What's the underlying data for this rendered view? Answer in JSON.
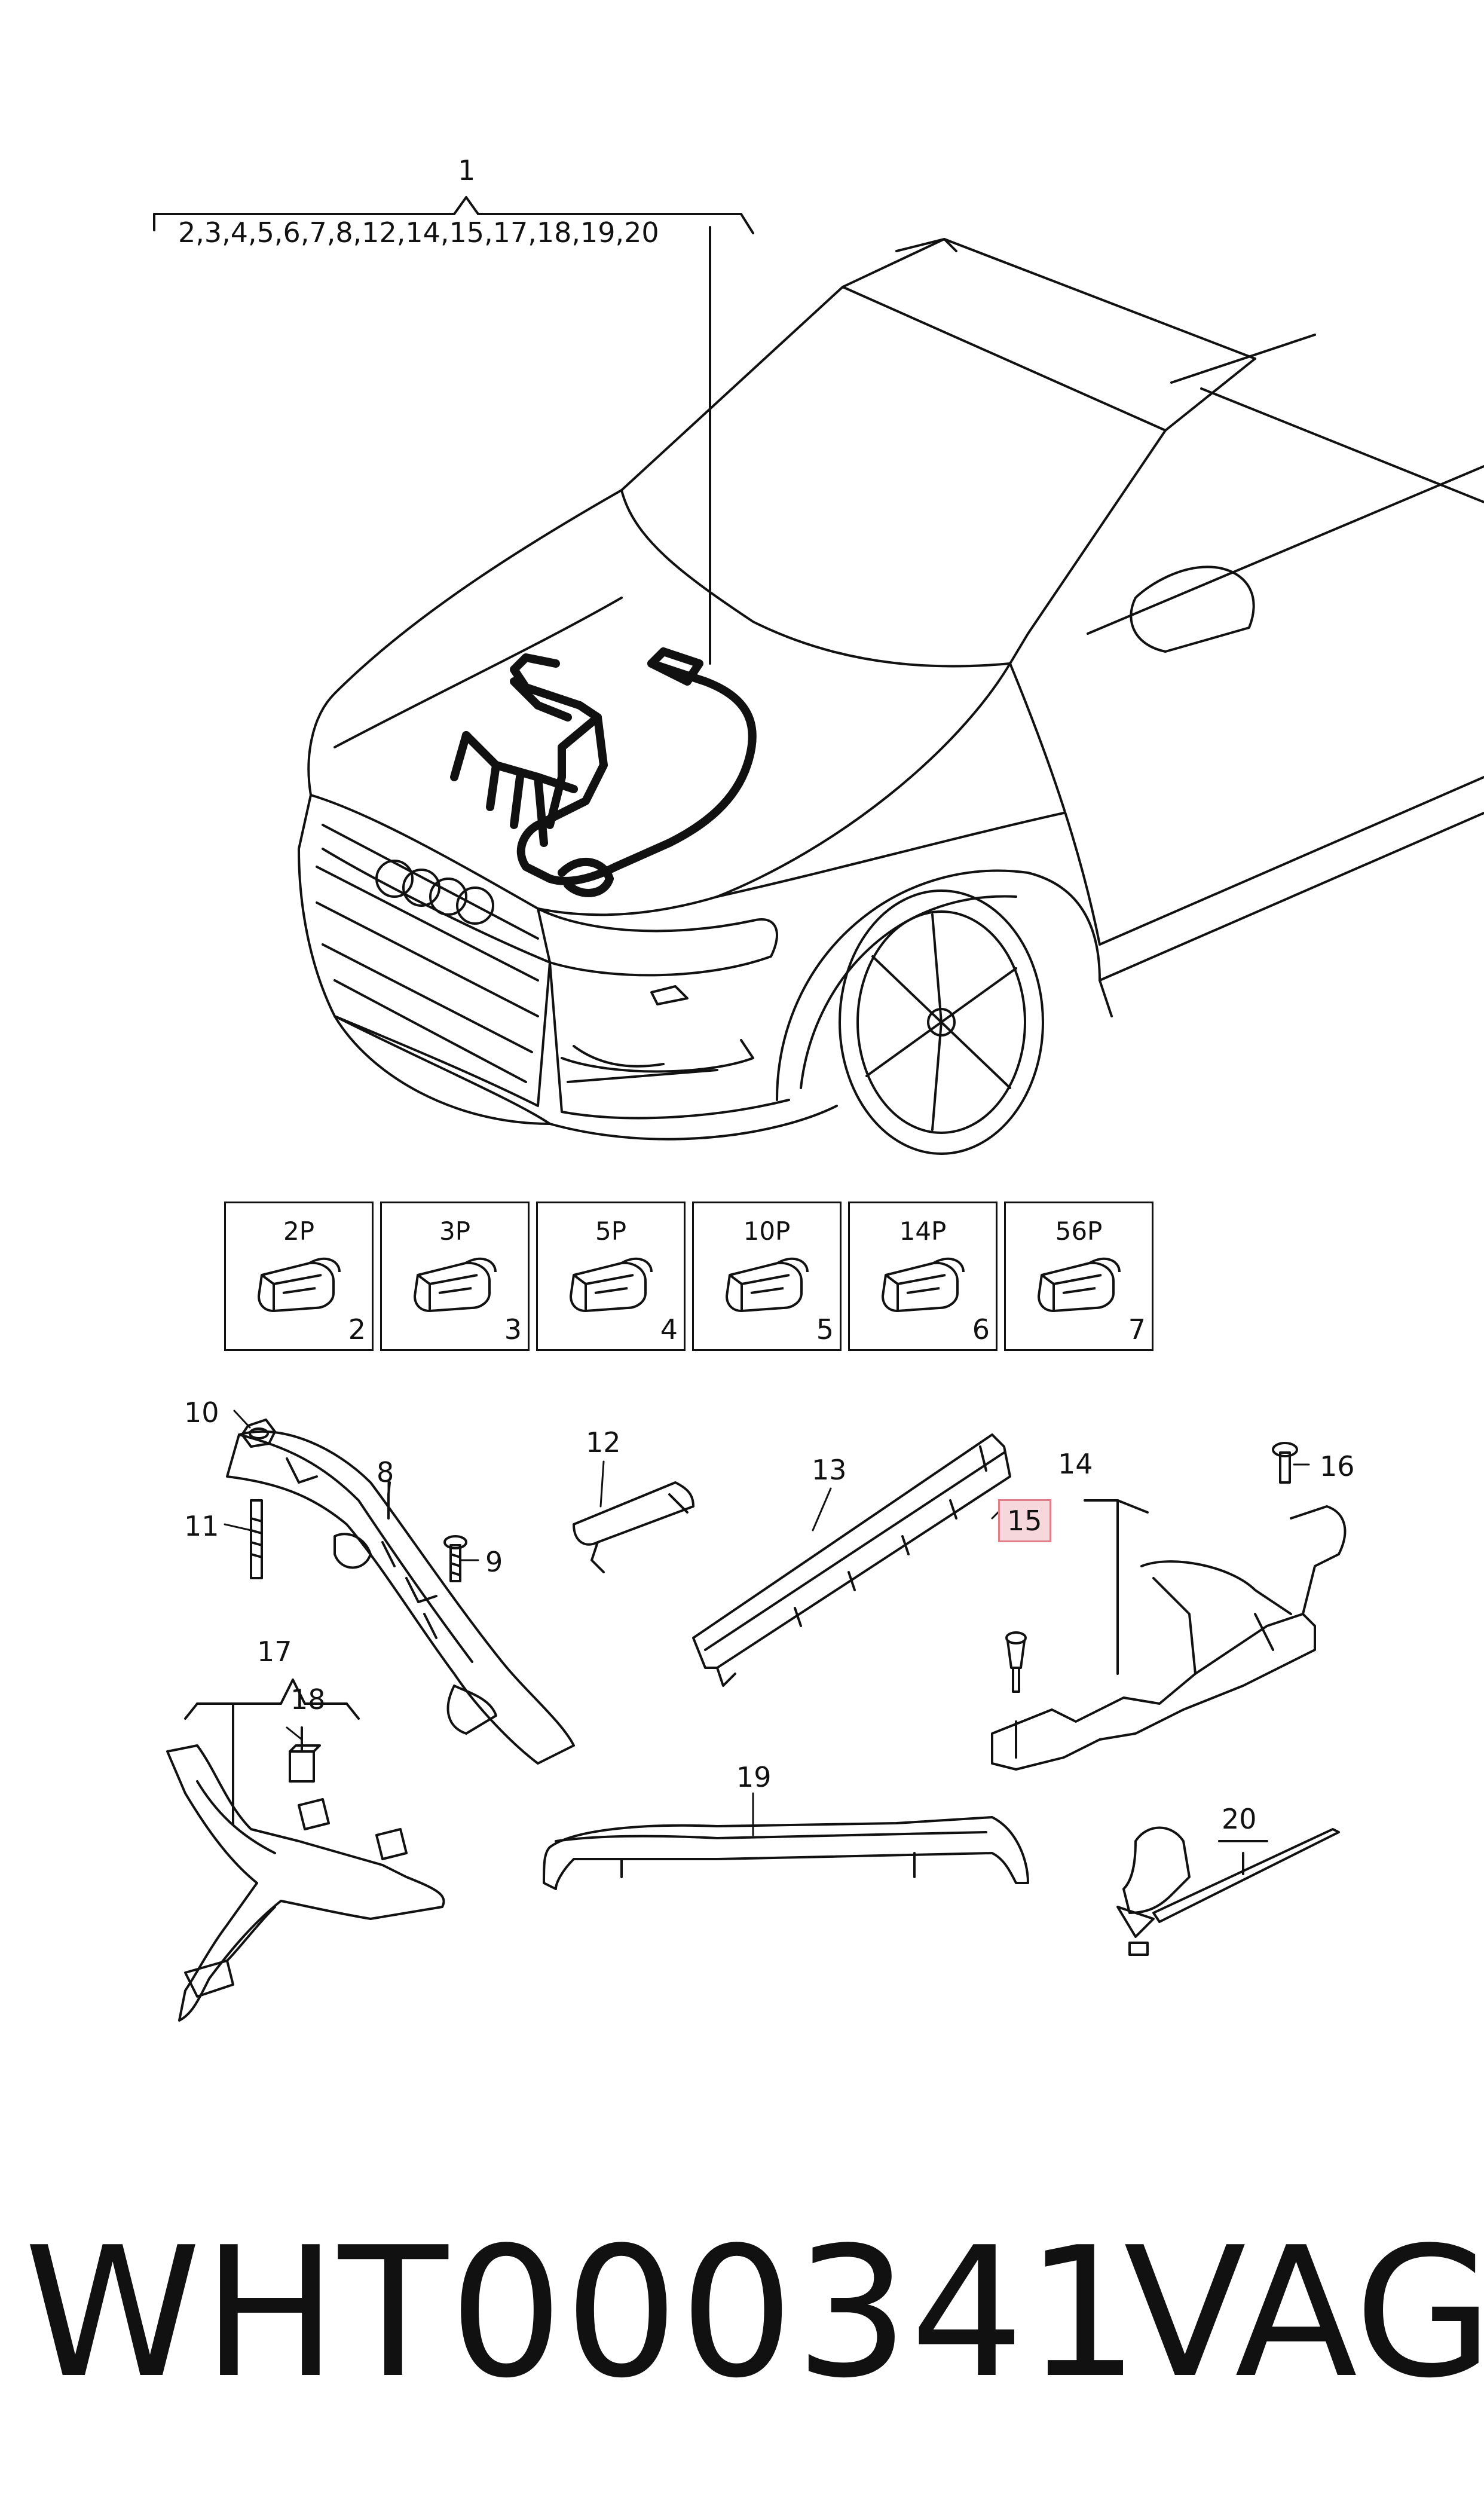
{
  "diagram": {
    "callouts": {
      "c1": "1",
      "c1_group": "2,3,4,5,6,7,8,12,14,15,17,18,19,20",
      "c8": "8",
      "c9": "9",
      "c10": "10",
      "c11": "11",
      "c12": "12",
      "c13": "13",
      "c14": "14",
      "c15": "15",
      "c16": "16",
      "c17": "17",
      "c18": "18",
      "c19": "19",
      "c20": "20"
    },
    "connectors": [
      {
        "label": "2P",
        "number": "2"
      },
      {
        "label": "3P",
        "number": "3"
      },
      {
        "label": "5P",
        "number": "4"
      },
      {
        "label": "10P",
        "number": "5"
      },
      {
        "label": "14P",
        "number": "6"
      },
      {
        "label": "56P",
        "number": "7"
      }
    ],
    "highlight_color": "#f6d8dc",
    "footer": {
      "part_number": "WHT000341",
      "maker": "VAG"
    }
  }
}
